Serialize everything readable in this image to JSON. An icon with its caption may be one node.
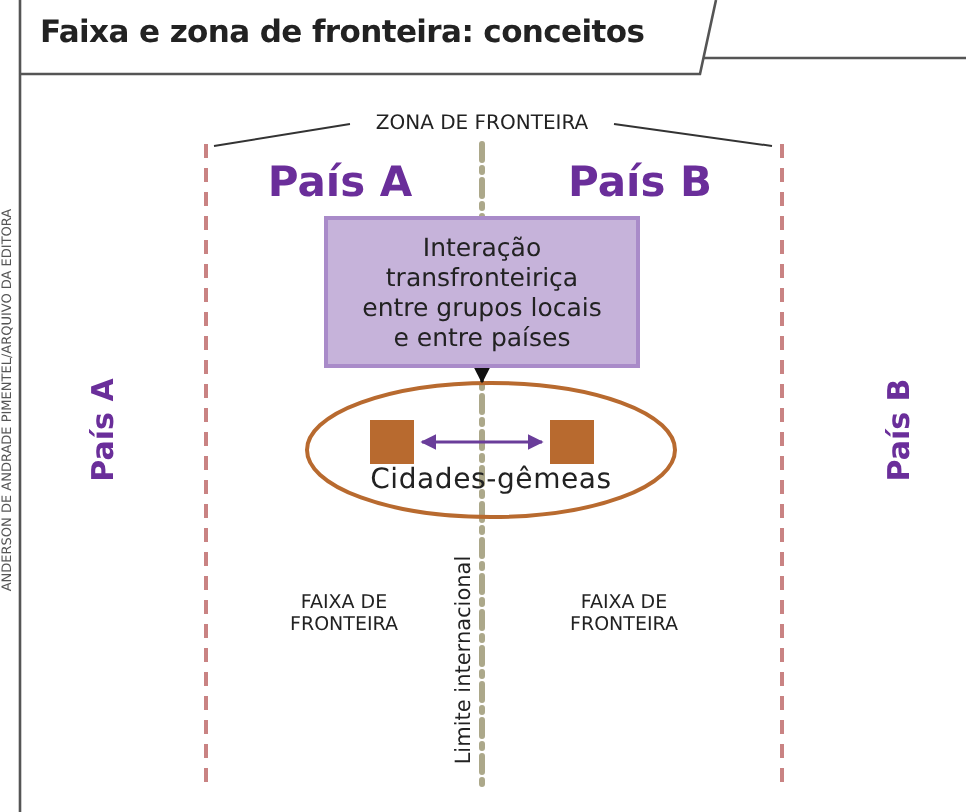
{
  "diagram": {
    "title": "Faixa e zona de fronteira: conceitos",
    "nodes": [
      {
        "text": [
          "Interação transfronteiriça entre grupos locais e entre países"
        ]
      },
      {
        "text": [
          "Cidades-gêmeas"
        ]
      },
      {
        "text": [],
        "shape": "box",
        "in": 1
      },
      {
        "text": [],
        "shape": "box",
        "in": 1
      }
    ],
    "edges": [
      {
        "from": 0,
        "to": 1,
        "arrow": "to"
      },
      {
        "from": 2,
        "to": 3,
        "arrow": "both",
        "color": "#6a3d9a"
      }
    ],
    "labels": [
      "ZONA DE FRONTEIRA",
      "País A",
      "País B",
      "País A",
      "País B",
      "FAIXA DE FRONTEIRA",
      "Limite internacional",
      "FAIXA DE FRONTEIRA",
      "ANDERSON DE ANDRADE PIMENTEL/ARQUIVO DA EDITORA"
    ]
  }
}
